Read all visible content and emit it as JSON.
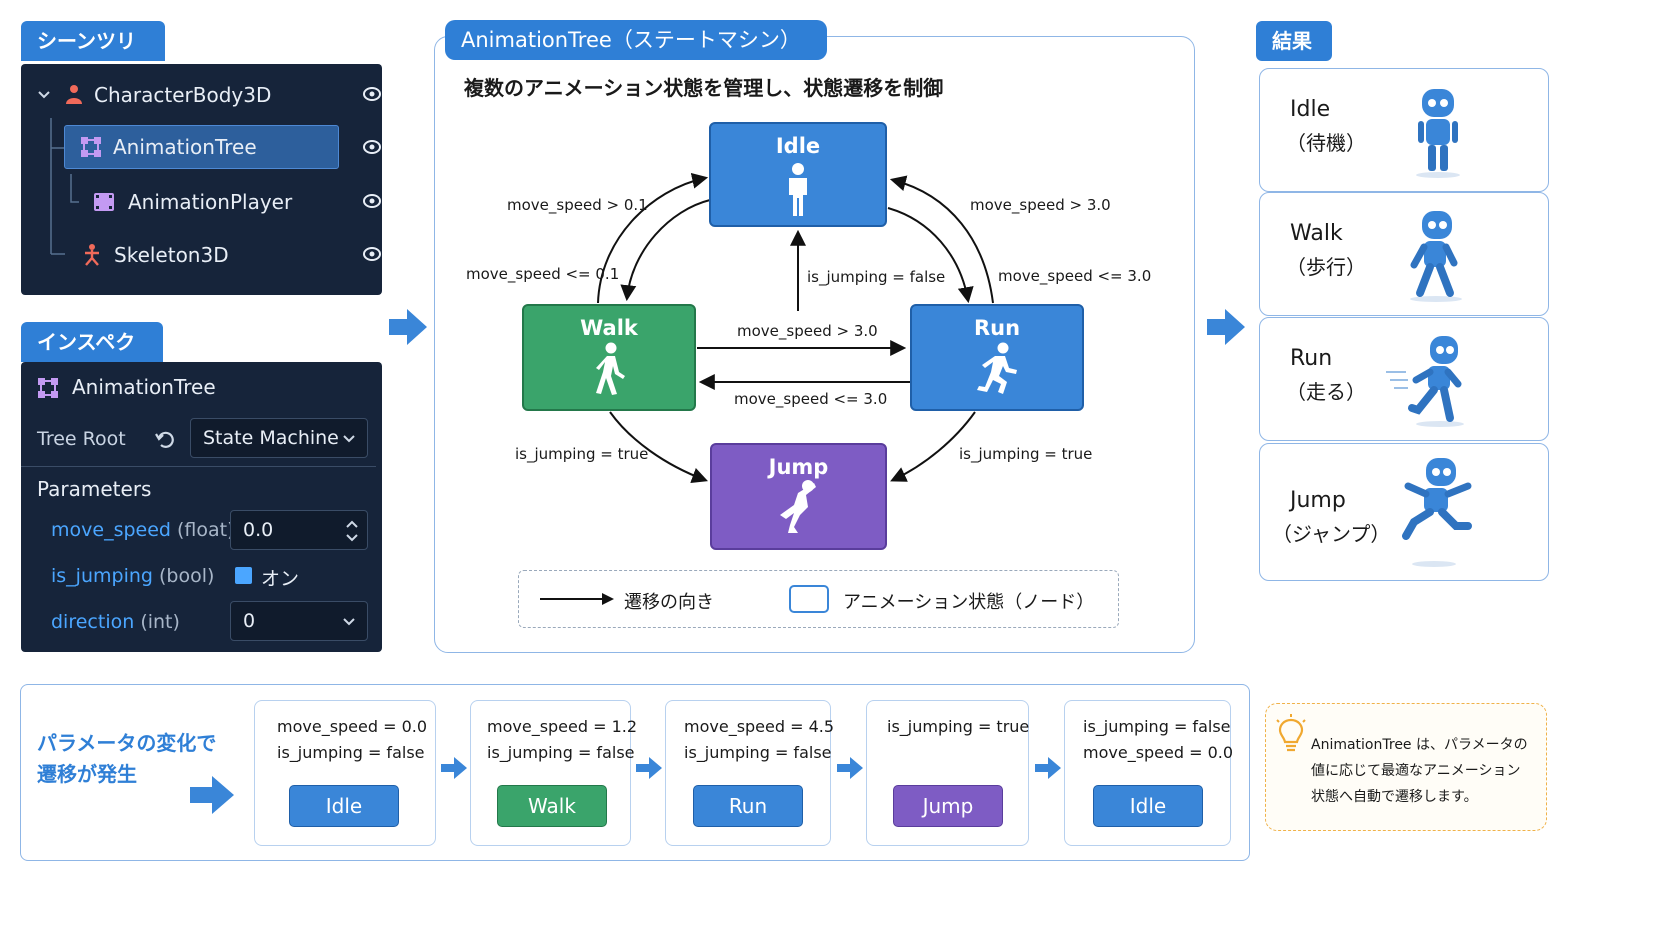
{
  "scene_tree": {
    "tab": "シーンツリー",
    "nodes": [
      {
        "label": "CharacterBody3D"
      },
      {
        "label": "AnimationTree"
      },
      {
        "label": "AnimationPlayer"
      },
      {
        "label": "Skeleton3D"
      }
    ]
  },
  "inspector": {
    "tab": "インスペクタ",
    "node_name": "AnimationTree",
    "tree_root_label": "Tree Root",
    "tree_root_value": "State Machine",
    "parameters_title": "Parameters",
    "params": [
      {
        "name": "move_speed",
        "type": "(float)",
        "value": "0.0"
      },
      {
        "name": "is_jumping",
        "type": "(bool)",
        "value": "オン"
      },
      {
        "name": "direction",
        "type": "(int)",
        "value": "0"
      }
    ]
  },
  "state_machine": {
    "tab": "AnimationTree（ステートマシン）",
    "subtitle": "複数のアニメーション状態を管理し、状態遷移を制御",
    "states": {
      "idle": "Idle",
      "walk": "Walk",
      "run": "Run",
      "jump": "Jump"
    },
    "colors": {
      "idle": "#3a86d8",
      "walk": "#3aa46b",
      "run": "#3a86d8",
      "jump": "#7e5cc4"
    },
    "transitions": {
      "walk_to_idle": "move_speed > 0.1",
      "idle_to_walk": "move_speed <= 0.1",
      "idle_to_run": "move_speed > 3.0",
      "run_to_idle": "move_speed <= 3.0",
      "jump_to_idle": "is_jumping = false",
      "walk_to_run": "move_speed > 3.0",
      "run_to_walk": "move_speed <= 3.0",
      "walk_to_jump": "is_jumping = true",
      "run_to_jump": "is_jumping = true"
    },
    "legend": {
      "arrow": "遷移の向き",
      "node": "アニメーション状態（ノード）"
    }
  },
  "results": {
    "tab": "結果",
    "items": [
      {
        "en": "Idle",
        "jp": "（待機）"
      },
      {
        "en": "Walk",
        "jp": "（歩行）"
      },
      {
        "en": "Run",
        "jp": "（走る）"
      },
      {
        "en": "Jump",
        "jp": "（ジャンプ）"
      }
    ]
  },
  "flow": {
    "title_line1": "パラメータの変化で",
    "title_line2": "遷移が発生",
    "steps": [
      {
        "line1": "move_speed = 0.0",
        "line2": "is_jumping = false",
        "state": "Idle",
        "color": "#3a86d8"
      },
      {
        "line1": "move_speed = 1.2",
        "line2": "is_jumping = false",
        "state": "Walk",
        "color": "#3aa46b"
      },
      {
        "line1": "move_speed = 4.5",
        "line2": "is_jumping = false",
        "state": "Run",
        "color": "#3a86d8"
      },
      {
        "line1": "is_jumping = true",
        "line2": "",
        "state": "Jump",
        "color": "#7e5cc4"
      },
      {
        "line1": "is_jumping = false",
        "line2": "move_speed = 0.0",
        "state": "Idle",
        "color": "#3a86d8"
      }
    ]
  },
  "tip": {
    "line1": "AnimationTree は、パラメータの",
    "line2": "値に応じて最適なアニメーション",
    "line3": "状態へ自動で遷移します。"
  }
}
